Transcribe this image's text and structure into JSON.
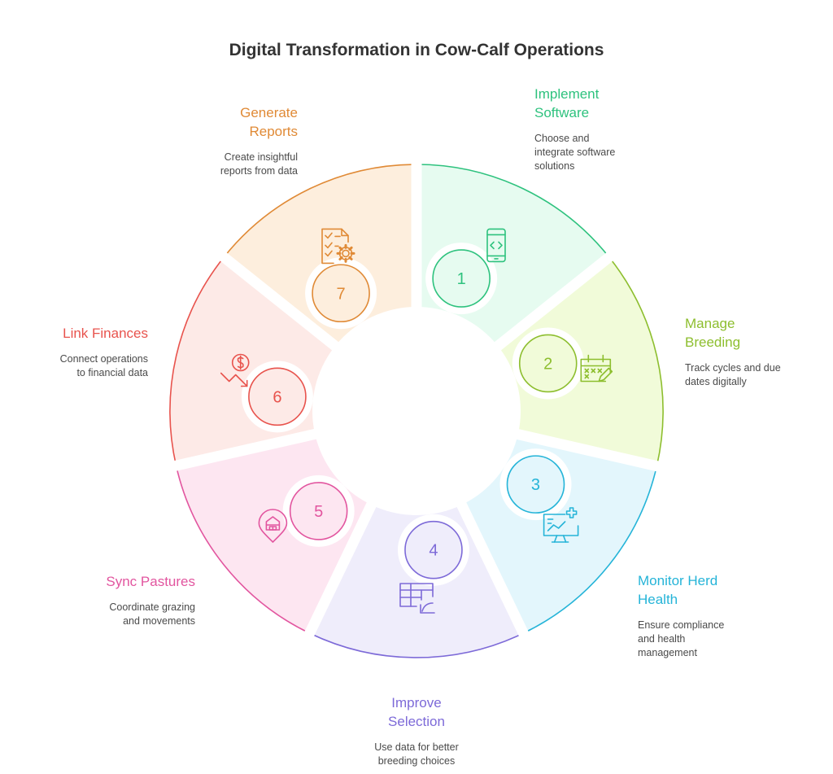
{
  "title": "Digital Transformation in Cow-Calf Operations",
  "steps": [
    {
      "number": "1",
      "title_line1": "Implement",
      "title_line2": "Software",
      "desc_line1": "Choose and",
      "desc_line2": "integrate software",
      "desc_line3": "solutions",
      "icon": "mobile-code-icon",
      "color": "#2ec27e",
      "fill": "#e6fbf0"
    },
    {
      "number": "2",
      "title_line1": "Manage",
      "title_line2": "Breeding",
      "desc_line1": "Track cycles and due",
      "desc_line2": "dates digitally",
      "icon": "calendar-edit-icon",
      "color": "#8dbe2e",
      "fill": "#f1fbd9"
    },
    {
      "number": "3",
      "title_line1": "Monitor Herd",
      "title_line2": "Health",
      "desc_line1": "Ensure compliance",
      "desc_line2": "and health",
      "desc_line3": "management",
      "icon": "monitor-health-icon",
      "color": "#25b4d8",
      "fill": "#e3f6fc"
    },
    {
      "number": "4",
      "title_line1": "Improve",
      "title_line2": "Selection",
      "desc_line1": "Use data for better",
      "desc_line2": "breeding choices",
      "icon": "table-chart-icon",
      "color": "#7d6ad8",
      "fill": "#efedfb"
    },
    {
      "number": "5",
      "title_line1": "Sync Pastures",
      "desc_line1": "Coordinate grazing",
      "desc_line2": "and movements",
      "icon": "barn-location-icon",
      "color": "#e2559f",
      "fill": "#fde6f1"
    },
    {
      "number": "6",
      "title_line1": "Link Finances",
      "desc_line1": "Connect operations",
      "desc_line2": "to financial data",
      "icon": "money-down-icon",
      "color": "#e8534d",
      "fill": "#fdeae7"
    },
    {
      "number": "7",
      "title_line1": "Generate",
      "title_line2": "Reports",
      "desc_line1": "Create insightful",
      "desc_line2": "reports from data",
      "icon": "report-settings-icon",
      "color": "#e08a36",
      "fill": "#fdeedd"
    }
  ]
}
